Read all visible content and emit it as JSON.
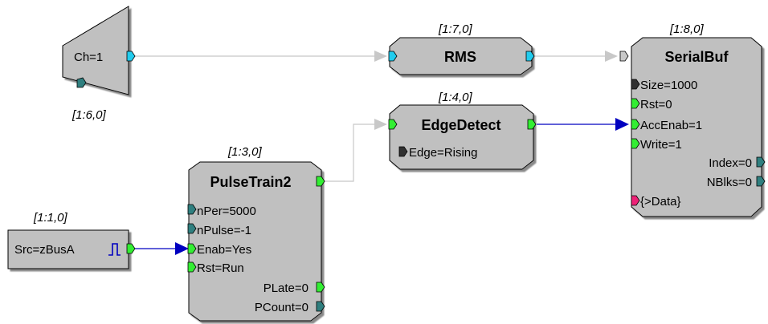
{
  "blocks": {
    "chan": {
      "coord": "[1:6,0]",
      "param": "Ch=1"
    },
    "rms": {
      "coord": "[1:7,0]",
      "title": "RMS"
    },
    "serialbuf": {
      "coord": "[1:8,0]",
      "title": "SerialBuf",
      "inputs": [
        "Size=1000",
        "Rst=0",
        "AccEnab=1",
        "Write=1"
      ],
      "outputs": [
        "Index=0",
        "NBlks=0"
      ],
      "data_input": "{>Data}"
    },
    "edgedetect": {
      "coord": "[1:4,0]",
      "title": "EdgeDetect",
      "param": "Edge=Rising"
    },
    "pulsetrain": {
      "coord": "[1:3,0]",
      "title": "PulseTrain2",
      "inputs": [
        "nPer=5000",
        "nPulse=-1",
        "Enab=Yes",
        "Rst=Run"
      ],
      "outputs": [
        "PLate=0",
        "PCount=0"
      ]
    },
    "source": {
      "coord": "[1:1,0]",
      "param": "Src=zBusA"
    }
  },
  "colors": {
    "block_fill": "#c0c0c0",
    "logic_port": "#33ee33",
    "float_port": "#22ccee",
    "int_port": "#2f7f7f",
    "const_port": "#303030",
    "data_port": "#ee2277",
    "blue_wire": "#0000c0",
    "gray_wire": "#c8c8c8"
  }
}
